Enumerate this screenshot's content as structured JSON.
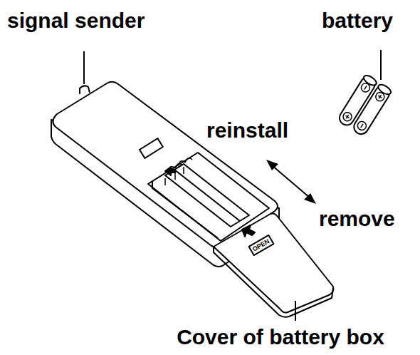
{
  "diagram": {
    "labels": [
      "signal sender",
      "battery",
      "reinstall",
      "remove",
      "Cover of battery box",
      "OPEN"
    ]
  }
}
